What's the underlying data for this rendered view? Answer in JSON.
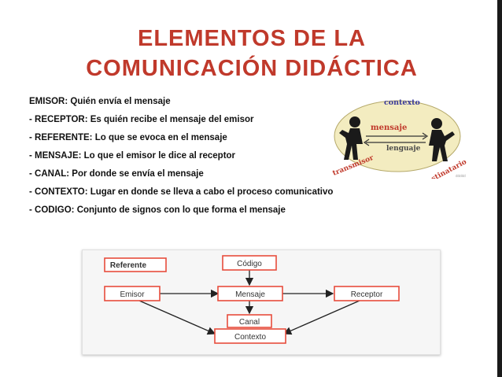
{
  "slide": {
    "title_line1": "ELEMENTOS DE LA",
    "title_line2": "COMUNICACIÓN DIDÁCTICA",
    "accent_color": "#c0392b"
  },
  "bullets": [
    "EMISOR: Quién envía el mensaje",
    "- RECEPTOR: Es quién recibe el mensaje del emisor",
    "- REFERENTE: Lo que se evoca en el mensaje",
    "- MENSAJE: Lo que el emisor le dice al receptor",
    "- CANAL: Por donde se envía el mensaje",
    "- CONTEXTO: Lugar en donde se lleva a cabo el proceso comunicativo",
    "- CODIGO: Conjunto de signos con lo que forma el mensaje"
  ],
  "illustration": {
    "contexto": "contexto",
    "mensaje": "mensaje",
    "lenguaje": "lenguaje",
    "transmisor": "transmisor",
    "destinatario": "destinatario"
  },
  "diagram": {
    "referente": "Referente",
    "codigo": "Código",
    "emisor": "Emisor",
    "mensaje": "Mensaje",
    "receptor": "Receptor",
    "canal": "Canal",
    "contexto": "Contexto",
    "box_border_color": "#e74c3c"
  }
}
